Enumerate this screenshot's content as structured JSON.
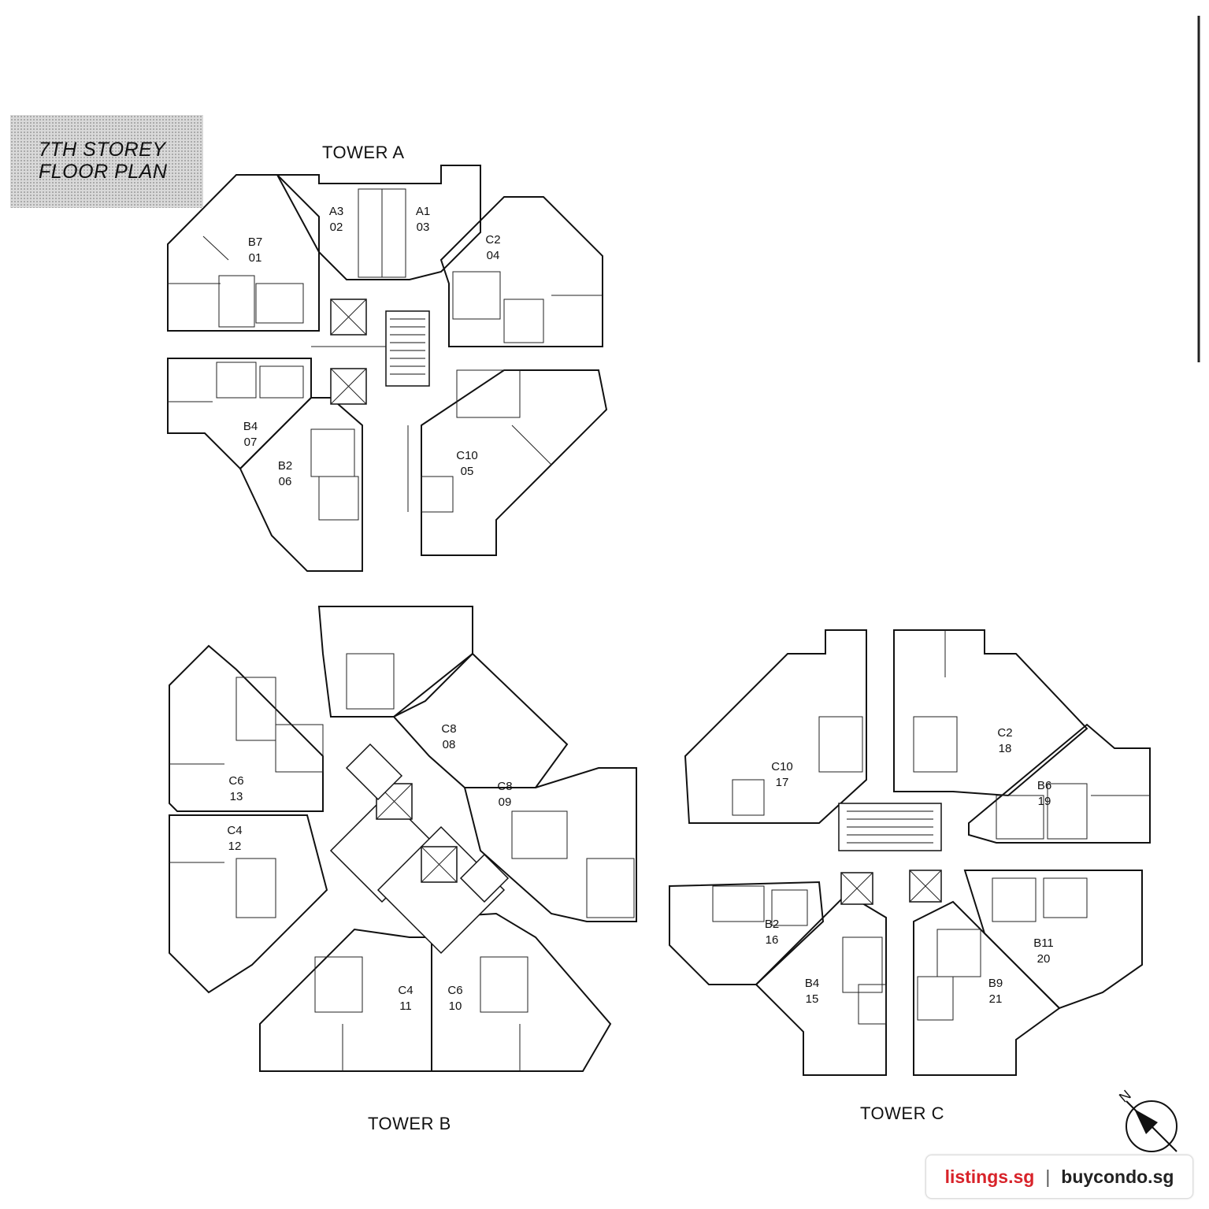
{
  "title": {
    "line1": "7TH STOREY",
    "line2": "FLOOR PLAN"
  },
  "towers": {
    "a": {
      "label": "TOWER A"
    },
    "b": {
      "label": "TOWER B"
    },
    "c": {
      "label": "TOWER C"
    }
  },
  "units": [
    {
      "type": "B7",
      "no": "01"
    },
    {
      "type": "A3",
      "no": "02"
    },
    {
      "type": "A1",
      "no": "03"
    },
    {
      "type": "C2",
      "no": "04"
    },
    {
      "type": "C10",
      "no": "05"
    },
    {
      "type": "B2",
      "no": "06"
    },
    {
      "type": "B4",
      "no": "07"
    },
    {
      "type": "C8",
      "no": "08"
    },
    {
      "type": "C8",
      "no": "09"
    },
    {
      "type": "C6",
      "no": "10"
    },
    {
      "type": "C4",
      "no": "11"
    },
    {
      "type": "C4",
      "no": "12"
    },
    {
      "type": "C6",
      "no": "13"
    },
    {
      "type": "B4",
      "no": "15"
    },
    {
      "type": "B2",
      "no": "16"
    },
    {
      "type": "C10",
      "no": "17"
    },
    {
      "type": "C2",
      "no": "18"
    },
    {
      "type": "B6",
      "no": "19"
    },
    {
      "type": "B11",
      "no": "20"
    },
    {
      "type": "B9",
      "no": "21"
    }
  ],
  "compass": {
    "label": "N",
    "icon": "north-arrow-icon"
  },
  "watermark": {
    "site1": "listings.sg",
    "separator": "|",
    "site2": "buycondo.sg",
    "color1": "#d8232a"
  }
}
